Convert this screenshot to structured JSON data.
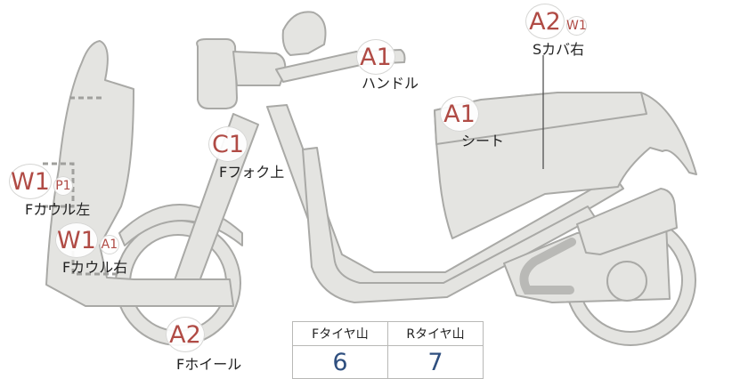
{
  "colors": {
    "part_fill": "#e4e4e1",
    "part_stroke": "#a9a9a6",
    "accent": "#b04b45",
    "value": "#2f4f7f",
    "dashed": "#a0a09d"
  },
  "parts": {
    "handle": {
      "code": "A1",
      "label": "ハンドル"
    },
    "cover_right_s": {
      "code": "A2",
      "sub": "W1",
      "label": "Sカバ右"
    },
    "seat": {
      "code": "A1",
      "label": "シート"
    },
    "fork_upper": {
      "code": "C1",
      "label": "Fフォク上"
    },
    "cowl_left": {
      "code": "W1",
      "sub": "P1",
      "label": "Fカウル左"
    },
    "cowl_right": {
      "code": "W1",
      "sub": "A1",
      "label": "Fカウル右"
    },
    "wheel": {
      "code": "A2",
      "label": "Fホイール"
    }
  },
  "tire_table": {
    "headers": [
      "Fタイヤ山",
      "Rタイヤ山"
    ],
    "values": [
      "6",
      "7"
    ]
  }
}
